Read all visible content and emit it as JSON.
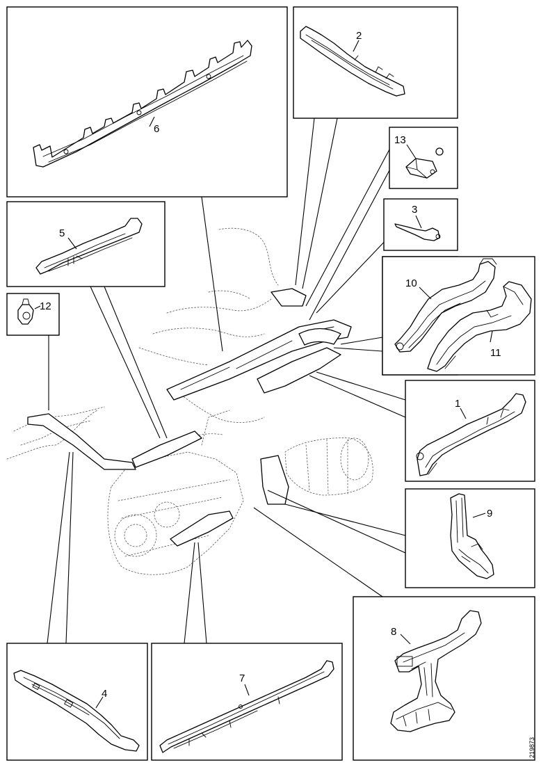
{
  "diagram": {
    "labels": {
      "p1": "1",
      "p2": "2",
      "p3": "3",
      "p4": "4",
      "p5": "5",
      "p6": "6",
      "p7": "7",
      "p8": "8",
      "p9": "9",
      "p10": "10",
      "p11": "11",
      "p12": "12",
      "p13": "13"
    },
    "drawing_code": "219873"
  }
}
